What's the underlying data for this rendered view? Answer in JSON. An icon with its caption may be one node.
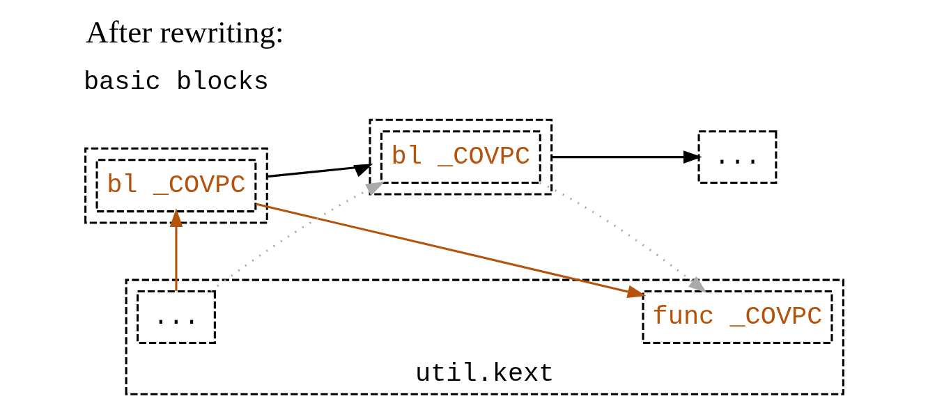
{
  "diagram": {
    "title": "After rewriting:",
    "nodes": [
      {
        "text": [],
        "shape": "box"
      },
      {
        "text": [
          "bl _COVPC"
        ],
        "in": 0
      },
      {
        "text": [],
        "shape": "box"
      },
      {
        "text": [
          "bl _COVPC"
        ],
        "in": 2
      },
      {
        "text": [
          "..."
        ]
      },
      {
        "text": [
          "util.kext"
        ]
      },
      {
        "text": [
          "func _COVPC"
        ],
        "in": 5
      },
      {
        "text": [
          "..."
        ],
        "in": 5
      }
    ],
    "edges": [
      {
        "from": 0,
        "to": 2,
        "arrow": "to"
      },
      {
        "from": 2,
        "to": 4,
        "arrow": "to"
      },
      {
        "from": 1,
        "to": 6,
        "arrow": "to",
        "color": "#b5520b"
      },
      {
        "from": 7,
        "to": 1,
        "arrow": "to",
        "color": "#b5520b"
      },
      {
        "from": 3,
        "to": 6,
        "arrow": "to",
        "style": "dashed",
        "color": "#aaaaaa"
      },
      {
        "from": 7,
        "to": 3,
        "arrow": "to",
        "style": "dashed",
        "color": "#aaaaaa"
      }
    ],
    "labels": [
      "basic blocks"
    ]
  }
}
